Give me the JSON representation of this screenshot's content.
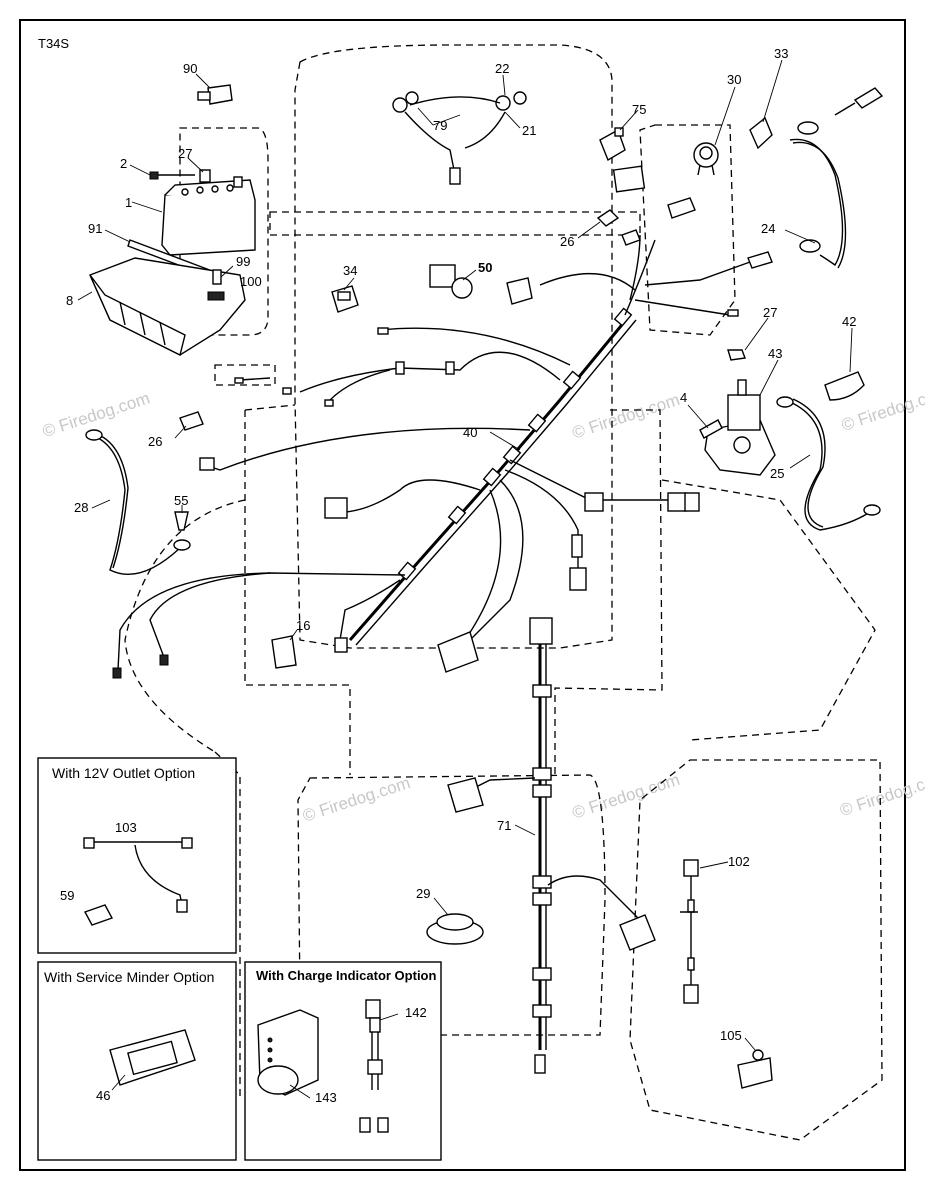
{
  "diagram_id": "T34S",
  "watermark": "© Firedog.com",
  "callouts": {
    "c90": "90",
    "c2": "2",
    "c27a": "27",
    "c1": "1",
    "c91": "91",
    "c99": "99",
    "c100": "100",
    "c8": "8",
    "c22": "22",
    "c79": "79",
    "c21": "21",
    "c75": "75",
    "c30": "30",
    "c33": "33",
    "c24": "24",
    "c34": "34",
    "c50": "50",
    "c26a": "26",
    "c27b": "27",
    "c42": "42",
    "c43": "43",
    "c4": "4",
    "c26b": "26",
    "c40": "40",
    "c25": "25",
    "c28": "28",
    "c55": "55",
    "c16": "16",
    "c71": "71",
    "c29": "29",
    "c102": "102",
    "c105": "105"
  },
  "boxes": {
    "outlet": {
      "title": "With 12V Outlet Option",
      "c103": "103",
      "c59": "59"
    },
    "service": {
      "title": "With Service Minder Option",
      "c46": "46"
    },
    "charge": {
      "title": "With Charge Indicator Option",
      "c142": "142",
      "c143": "143"
    }
  }
}
